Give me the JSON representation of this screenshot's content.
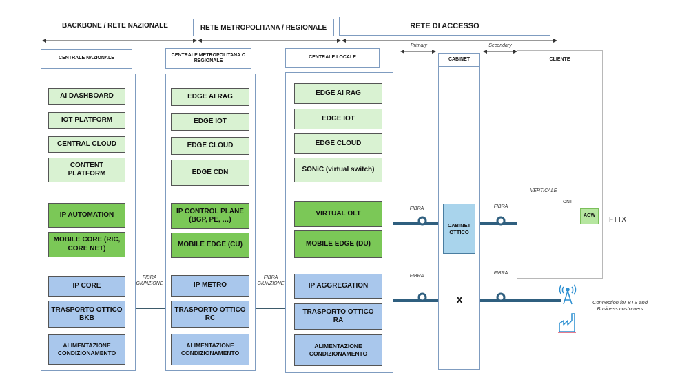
{
  "headers": {
    "backbone": "BACKBONE / RETE NAZIONALE",
    "metro": "RETE  METROPOLITANA / REGIONALE",
    "access": "RETE DI ACCESSO"
  },
  "columns": {
    "nazionale": {
      "title": "CENTRALE  NAZIONALE",
      "boxes": [
        "AI DASHBOARD",
        "IOT PLATFORM",
        "CENTRAL CLOUD",
        "CONTENT PLATFORM",
        "IP AUTOMATION",
        "MOBILE CORE (RIC, CORE NET)",
        "IP CORE",
        "TRASPORTO OTTICO BKB",
        "ALIMENTAZIONE CONDIZIONAMENTO"
      ]
    },
    "metro": {
      "title": "CENTRALE METROPOLITANA O REGIONALE",
      "boxes": [
        "EDGE AI RAG",
        "EDGE IOT",
        "EDGE CLOUD",
        "EDGE CDN",
        "IP CONTROL PLANE (BGP, PE, …)",
        "MOBILE EDGE (CU)",
        "IP METRO",
        "TRASPORTO OTTICO RC",
        "ALIMENTAZIONE CONDIZIONAMENTO"
      ]
    },
    "locale": {
      "title": "CENTRALE LOCALE",
      "boxes": [
        "EDGE AI RAG",
        "EDGE IOT",
        "EDGE CLOUD",
        "SONiC (virtual switch)",
        "VIRTUAL OLT",
        "MOBILE EDGE (DU)",
        "IP AGGREGATION",
        "TRASPORTO OTTICO RA",
        "ALIMENTAZIONE CONDIZIONAMENTO"
      ]
    },
    "cabinet": {
      "title": "CABINET",
      "box": "CABINET OTTICO",
      "x": "X"
    },
    "cliente": {
      "title": "CLIENTE"
    }
  },
  "labels": {
    "primary": "Primary",
    "secondary": "Secondary",
    "fibra": "FIBRA",
    "fibra_giunzione": "FIBRA GIUNZIONE",
    "verticale": "VERTICALE",
    "ont": "ONT",
    "agw": "AGW",
    "fttx": "FTTX",
    "bts": "Connection for BTS and Business customers"
  },
  "icons": [
    "fiber-node-icon",
    "antenna-tower-icon",
    "factory-icon"
  ],
  "colors": {
    "light_green": "#d9f2d2",
    "green": "#7bc857",
    "blue": "#a9c7ec",
    "line": "#2f5f7f"
  }
}
